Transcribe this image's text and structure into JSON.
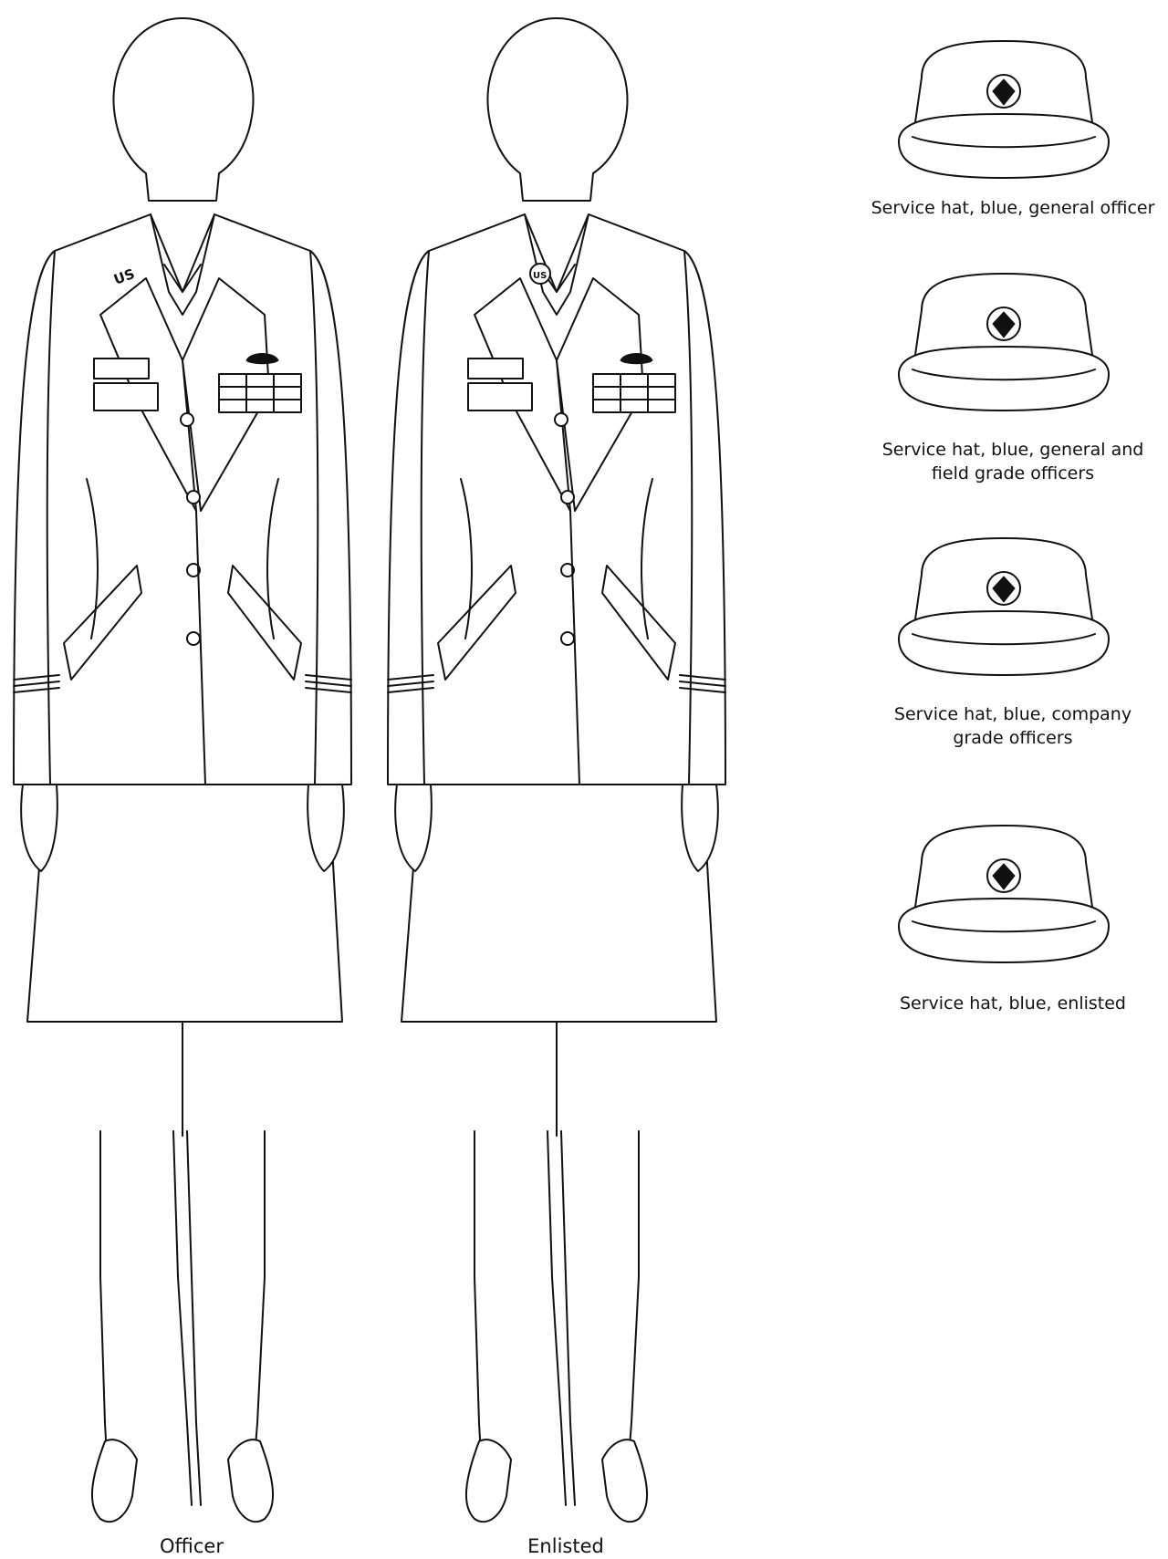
{
  "figures": [
    {
      "id": "officer",
      "caption": "Officer",
      "collar_insignia": [
        "US",
        "branch-castle"
      ]
    },
    {
      "id": "enlisted",
      "caption": "Enlisted",
      "collar_insignia": [
        "US",
        "branch-castle"
      ]
    }
  ],
  "hats": [
    {
      "id": "general-officer",
      "caption": "Service hat, blue, general officer"
    },
    {
      "id": "general-field",
      "caption_line1": "Service hat, blue, general and",
      "caption_line2": "field grade officers"
    },
    {
      "id": "company-grade",
      "caption_line1": "Service hat, blue, company",
      "caption_line2": "grade officers"
    },
    {
      "id": "enlisted",
      "caption": "Service hat, blue, enlisted"
    }
  ],
  "insignia_text": {
    "us": "US"
  }
}
